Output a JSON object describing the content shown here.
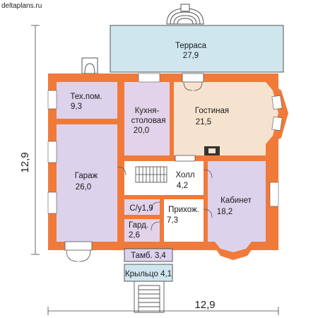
{
  "site": "deltaplans.ru",
  "watermark": "deltaplans.ru",
  "colors": {
    "wall": "#f07a3a",
    "terrace": "#cfe6ef",
    "kitchen": "#e3d3ea",
    "living": "#f6e3cf",
    "garage": "#dcd2ec",
    "hall": "#ffffff"
  },
  "rooms": {
    "terrace": {
      "name": "Терраса",
      "area": "27,9"
    },
    "tech": {
      "name": "Тех.пом.",
      "area": "9,3"
    },
    "kitchen": {
      "name1": "Кухня-",
      "name2": "столовая",
      "area": "20,0"
    },
    "living": {
      "name": "Гостиная",
      "area": "21,5"
    },
    "garage": {
      "name": "Гараж",
      "area": "26,0"
    },
    "hall": {
      "name": "Холл",
      "area": "4,2"
    },
    "bath": {
      "label": "С/у1,9"
    },
    "wardrobe": {
      "name": "Гард.",
      "area": "2,6"
    },
    "entry": {
      "name": "Прихож.",
      "area": "7,3"
    },
    "office": {
      "name": "Кабинет",
      "area": "18,2"
    },
    "tambour": {
      "label": "Тамб. 3,4"
    },
    "porch": {
      "label": "Крыльцо 4,1"
    }
  },
  "dimensions": {
    "width": "12,9",
    "height": "12,9"
  }
}
